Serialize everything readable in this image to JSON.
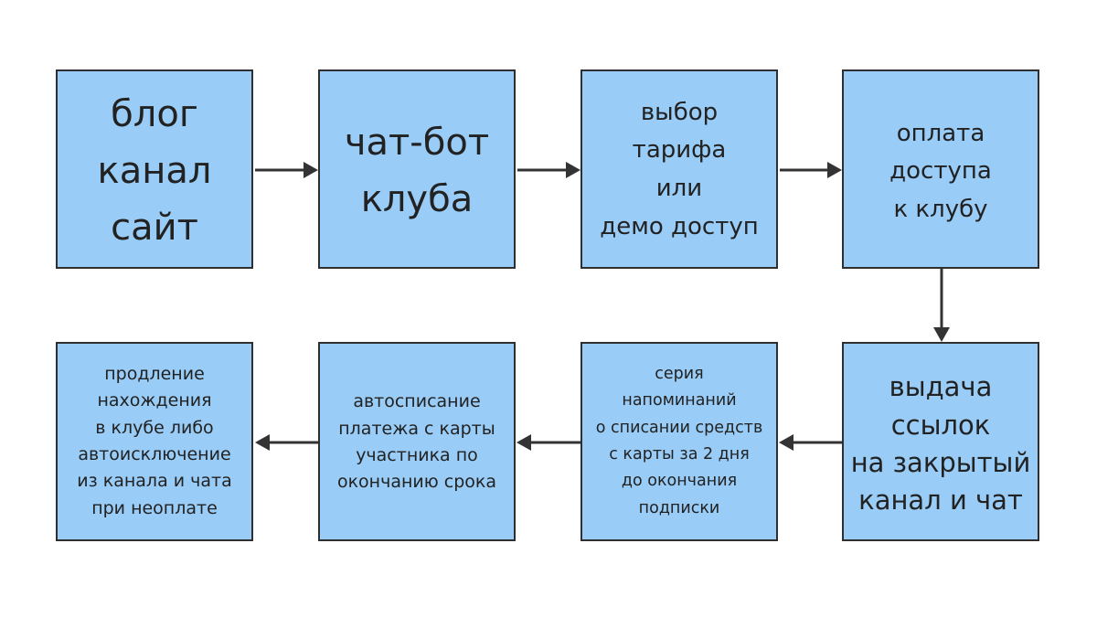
{
  "diagram": {
    "boxes": {
      "blog": "блог\nканал\nсайт",
      "chatbot": "чат-бот\nклуба",
      "tariff": "выбор\nтарифа\nили\nдемо доступ",
      "payment": "оплата\nдоступа\nк клубу",
      "links": "выдача\nссылок\nна закрытый\nканал и чат",
      "reminders": "серия\nнапоминаний\nо списании средств\nс карты за 2 дня\nдо окончания\nподписки",
      "autopay": "автосписание\nплатежа с карты\nучастника  по\nокончанию срока",
      "renewal": "продление\nнахождения\nв клубе либо\nавтоисключение\nиз канала и чата\nпри неоплате"
    },
    "flow": [
      "blog",
      "chatbot",
      "tariff",
      "payment",
      "links",
      "reminders",
      "autopay",
      "renewal"
    ],
    "colors": {
      "box_fill": "#99ccf6",
      "box_border": "#2f2f2f",
      "arrow": "#333333",
      "text": "#222222"
    }
  }
}
